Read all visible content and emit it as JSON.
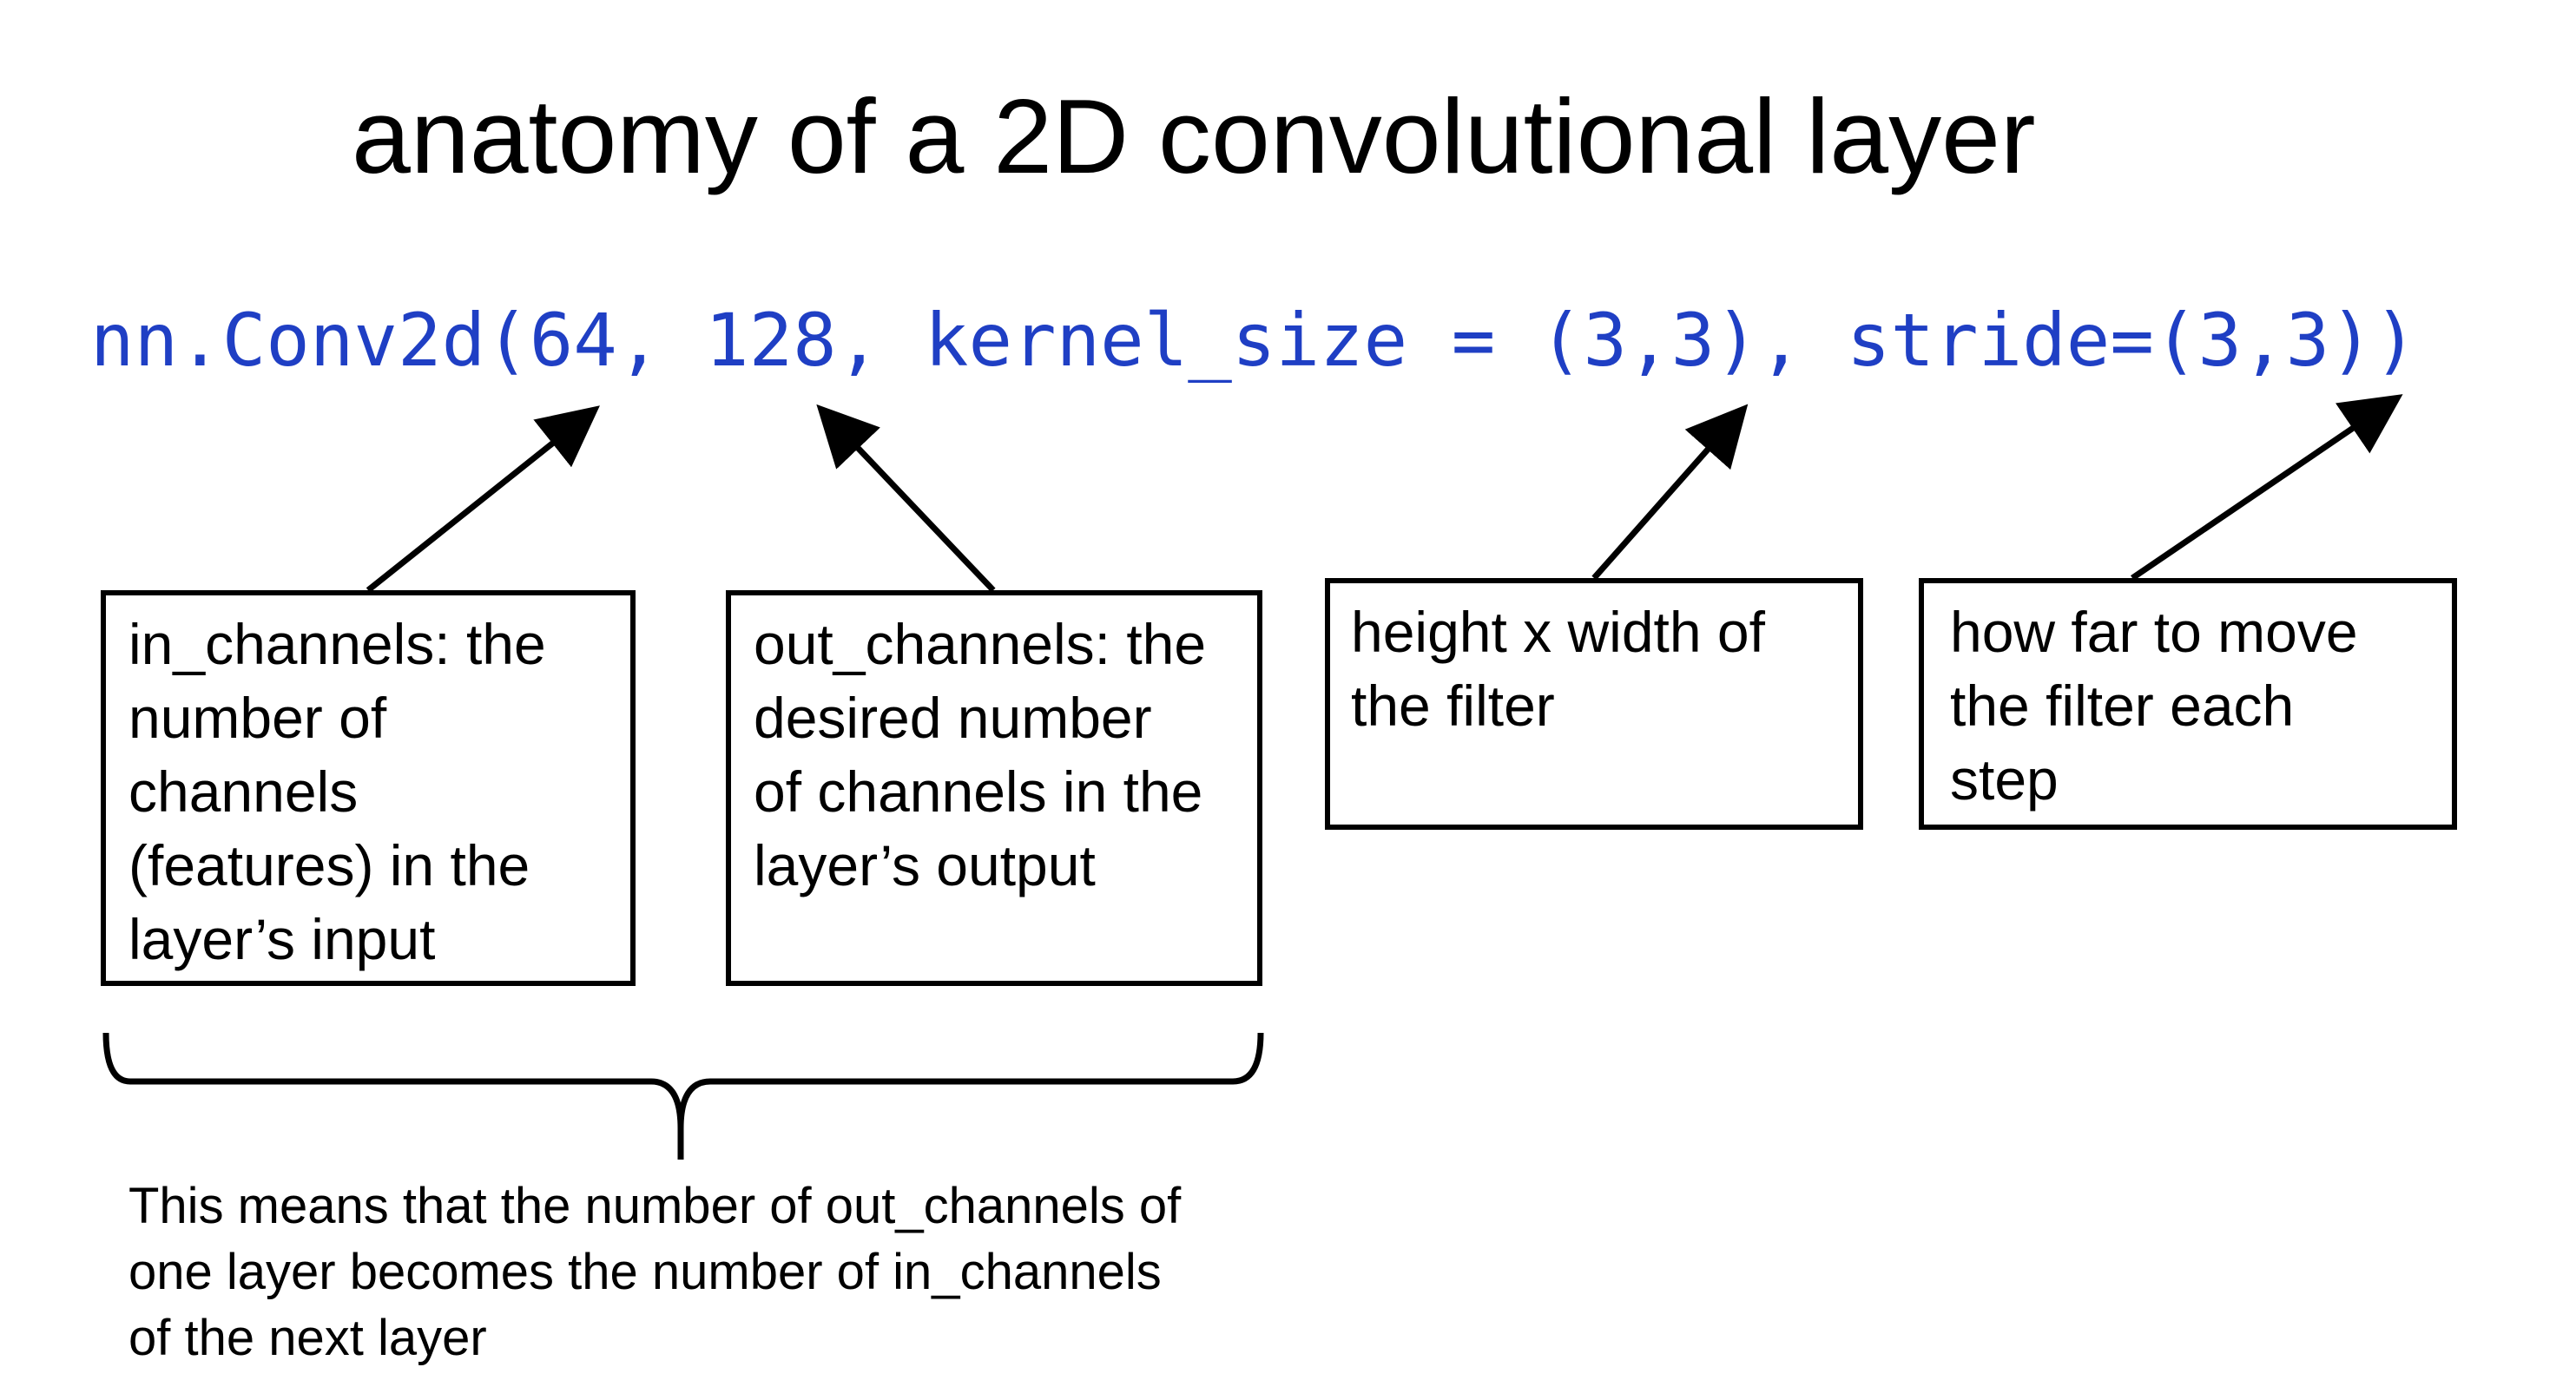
{
  "title": "anatomy of a 2D convolutional layer",
  "code": "nn.Conv2d(64, 128, kernel_size = (3,3), stride=(3,3))",
  "boxes": [
    {
      "text": "in_channels: the\nnumber of\nchannels\n(features) in the\nlayer’s input"
    },
    {
      "text": "out_channels: the\ndesired number\nof channels in the\nlayer’s output"
    },
    {
      "text": "height x  width of\nthe filter"
    },
    {
      "text": "how far to move\nthe filter each\nstep"
    }
  ],
  "note": "This means that the number of out_channels of\none layer becomes the number of in_channels\nof the next layer",
  "colors": {
    "code": "#1f3fc4",
    "lines": "#000000"
  }
}
